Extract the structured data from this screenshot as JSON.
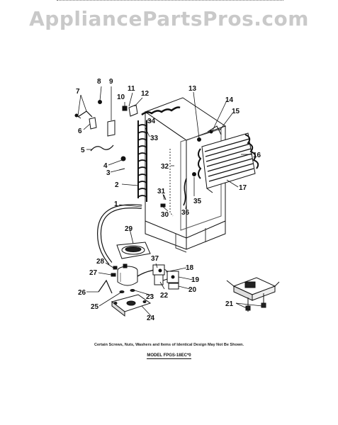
{
  "header": {
    "watermark": "AppliancePartsPros.com"
  },
  "diagram": {
    "labels": {
      "p1": "1",
      "p2": "2",
      "p3": "3",
      "p4": "4",
      "p5": "5",
      "p6": "6",
      "p7": "7",
      "p8": "8",
      "p9": "9",
      "p10": "10",
      "p11": "11",
      "p12": "12",
      "p13": "13",
      "p14": "14",
      "p15": "15",
      "p16": "16",
      "p17": "17",
      "p18": "18",
      "p19": "19",
      "p20": "20",
      "p21": "21",
      "p22": "22",
      "p23": "23",
      "p24": "24",
      "p25": "25",
      "p26": "26",
      "p27": "27",
      "p28": "28",
      "p29": "29",
      "p30": "30",
      "p31": "31",
      "p32": "32",
      "p33": "33",
      "p34": "34",
      "p35": "35",
      "p36": "36",
      "p37": "37"
    }
  },
  "footer": {
    "note": "Certain Screws, Nuts, Washers and Items of Identical Design May Not Be Shown.",
    "model": "MODEL FPGS-18EC*0"
  }
}
